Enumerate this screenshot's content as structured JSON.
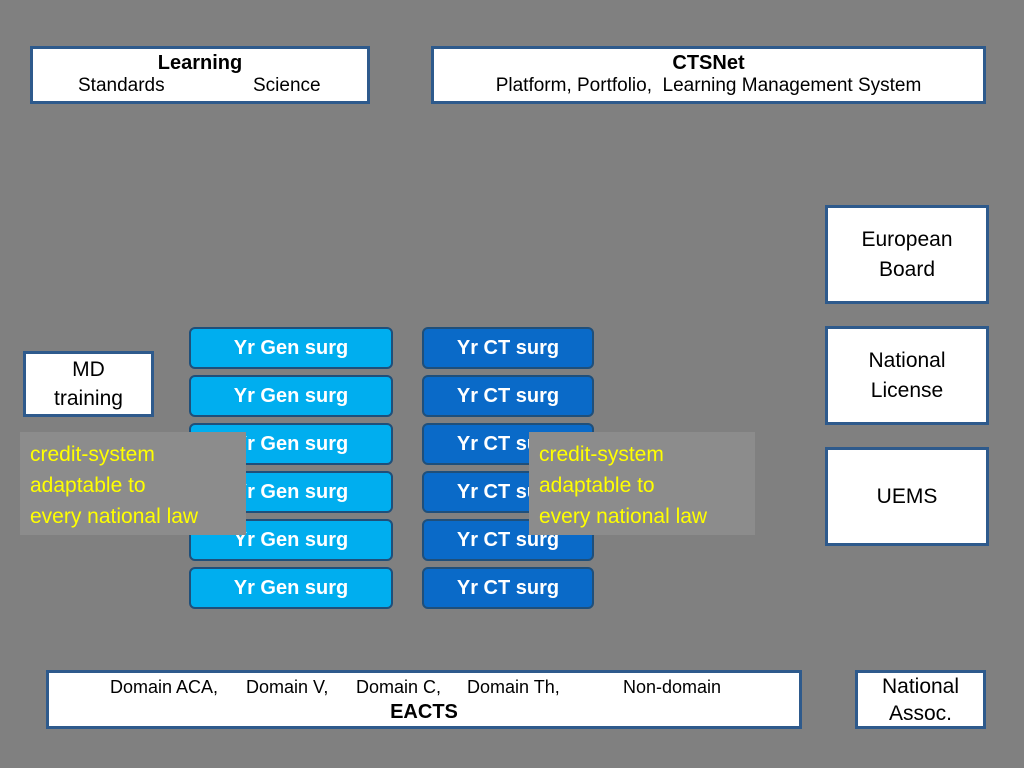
{
  "learning": {
    "title": "Learning",
    "left": "Standards",
    "right": "Science"
  },
  "ctsnet": {
    "title": "CTSNet",
    "subtitle": "Platform, Portfolio,  Learning Management System"
  },
  "european_board": {
    "line1": "European",
    "line2": "Board"
  },
  "national_license": {
    "line1": "National",
    "line2": "License"
  },
  "uems": {
    "label": "UEMS"
  },
  "md_training": {
    "line1": "MD",
    "line2": "training"
  },
  "gen_surg": [
    "Yr Gen surg",
    "Yr Gen surg",
    "Yr Gen surg",
    "Yr Gen surg",
    "Yr Gen surg",
    "Yr Gen surg"
  ],
  "ct_surg": [
    "Yr CT surg",
    "Yr CT surg",
    "Yr CT surg",
    "Yr CT surg",
    "Yr CT surg",
    "Yr CT surg"
  ],
  "credit_left": {
    "line1": "credit-system",
    "line2": "adaptable to",
    "line3": "every national law"
  },
  "credit_right": {
    "line1": "credit-system",
    "line2": "adaptable to",
    "line3": "every national law"
  },
  "eacts": {
    "domains": [
      "Domain ACA,",
      "Domain V,",
      "Domain C,",
      "Domain Th,",
      "Non-domain"
    ],
    "title": "EACTS"
  },
  "national_assoc": {
    "line1": "National",
    "line2": "Assoc."
  },
  "colors": {
    "background": "#808080",
    "gen_pill": "#00aeef",
    "ct_pill": "#0a6ac8",
    "note_text": "#ffff00",
    "box_border": "#2e5a8c"
  }
}
